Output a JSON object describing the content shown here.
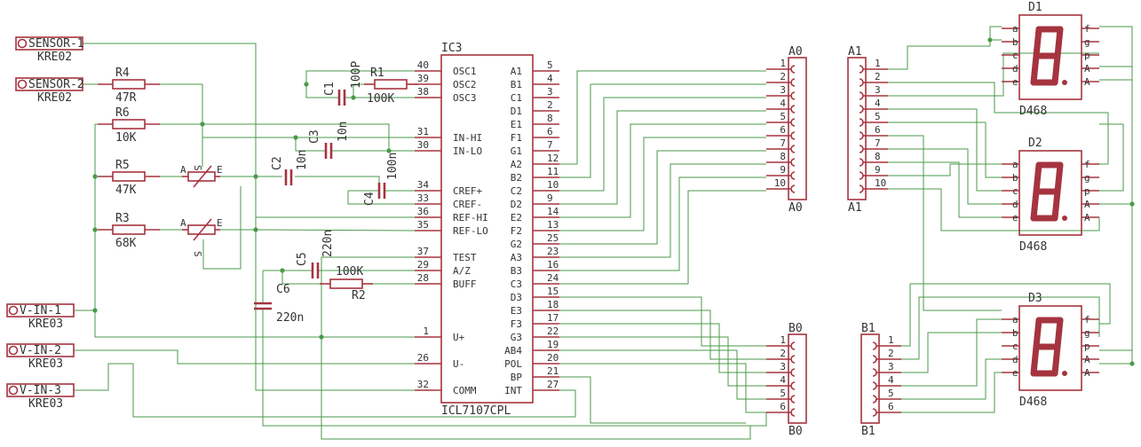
{
  "connectors": [
    {
      "name": "SENSOR-1",
      "value": "KRE02"
    },
    {
      "name": "SENSOR-2",
      "value": "KRE02"
    },
    {
      "name": "V-IN-1",
      "value": "KRE03"
    },
    {
      "name": "V-IN-2",
      "value": "KRE03"
    },
    {
      "name": "V-IN-3",
      "value": "KRE03"
    }
  ],
  "resistors": [
    {
      "name": "R4",
      "value": "47R"
    },
    {
      "name": "R6",
      "value": "10K"
    },
    {
      "name": "R5",
      "value": "47K"
    },
    {
      "name": "R3",
      "value": "68K"
    },
    {
      "name": "R1",
      "value": "100K"
    },
    {
      "name": "R2",
      "value": "100K"
    }
  ],
  "capacitors": [
    {
      "name": "C1",
      "value": "100P"
    },
    {
      "name": "C3",
      "value": "10n"
    },
    {
      "name": "C2",
      "value": "10n"
    },
    {
      "name": "C4",
      "value": "100n"
    },
    {
      "name": "C5",
      "value": "220n"
    },
    {
      "name": "C6",
      "value": "220n"
    }
  ],
  "trimmers": {
    "pin_a": "A",
    "pin_s": "S",
    "pin_e": "E"
  },
  "ic": {
    "name": "IC3",
    "part": "ICL7107CPL",
    "left_pins": [
      {
        "num": "40",
        "label": "OSC1"
      },
      {
        "num": "39",
        "label": "OSC2"
      },
      {
        "num": "38",
        "label": "OSC3"
      },
      {
        "num": "31",
        "label": "IN-HI"
      },
      {
        "num": "30",
        "label": "IN-LO"
      },
      {
        "num": "34",
        "label": "CREF+"
      },
      {
        "num": "33",
        "label": "CREF-"
      },
      {
        "num": "36",
        "label": "REF-HI"
      },
      {
        "num": "35",
        "label": "REF-LO"
      },
      {
        "num": "37",
        "label": "TEST"
      },
      {
        "num": "29",
        "label": "A/Z"
      },
      {
        "num": "28",
        "label": "BUFF"
      },
      {
        "num": "1",
        "label": "U+"
      },
      {
        "num": "26",
        "label": "U-"
      },
      {
        "num": "32",
        "label": "COMM"
      }
    ],
    "right_pins": [
      {
        "label": "A1",
        "num": "5"
      },
      {
        "label": "B1",
        "num": "4"
      },
      {
        "label": "C1",
        "num": "3"
      },
      {
        "label": "D1",
        "num": "2"
      },
      {
        "label": "E1",
        "num": "8"
      },
      {
        "label": "F1",
        "num": "6"
      },
      {
        "label": "G1",
        "num": "7"
      },
      {
        "label": "A2",
        "num": "12"
      },
      {
        "label": "B2",
        "num": "11"
      },
      {
        "label": "C2",
        "num": "10"
      },
      {
        "label": "D2",
        "num": "9"
      },
      {
        "label": "E2",
        "num": "14"
      },
      {
        "label": "F2",
        "num": "13"
      },
      {
        "label": "G2",
        "num": "25"
      },
      {
        "label": "A3",
        "num": "23"
      },
      {
        "label": "B3",
        "num": "16"
      },
      {
        "label": "C3",
        "num": "24"
      },
      {
        "label": "D3",
        "num": "15"
      },
      {
        "label": "E3",
        "num": "18"
      },
      {
        "label": "F3",
        "num": "17"
      },
      {
        "label": "G3",
        "num": "22"
      },
      {
        "label": "AB4",
        "num": "19"
      },
      {
        "label": "POL",
        "num": "20"
      },
      {
        "label": "BP",
        "num": "21"
      },
      {
        "label": "INT",
        "num": "27"
      }
    ]
  },
  "headers": [
    {
      "name": "A0",
      "pins": [
        "1",
        "2",
        "3",
        "4",
        "5",
        "6",
        "7",
        "8",
        "9",
        "10"
      ]
    },
    {
      "name": "B0",
      "pins": [
        "1",
        "2",
        "3",
        "4",
        "5",
        "6"
      ]
    },
    {
      "name": "A1",
      "pins": [
        "1",
        "2",
        "3",
        "4",
        "5",
        "6",
        "7",
        "8",
        "9",
        "10"
      ]
    },
    {
      "name": "B1",
      "pins": [
        "1",
        "2",
        "3",
        "4",
        "5",
        "6"
      ]
    }
  ],
  "displays": [
    {
      "name": "D1",
      "part": "D468"
    },
    {
      "name": "D2",
      "part": "D468"
    },
    {
      "name": "D3",
      "part": "D468"
    }
  ],
  "display_pins": {
    "left": [
      "a",
      "b",
      "c",
      "d",
      "e"
    ],
    "right": [
      "f",
      "g",
      "p",
      "A",
      "A"
    ]
  },
  "colors": {
    "wire": "#4a9a4a",
    "part": "#a5343f",
    "text": "#333333"
  }
}
